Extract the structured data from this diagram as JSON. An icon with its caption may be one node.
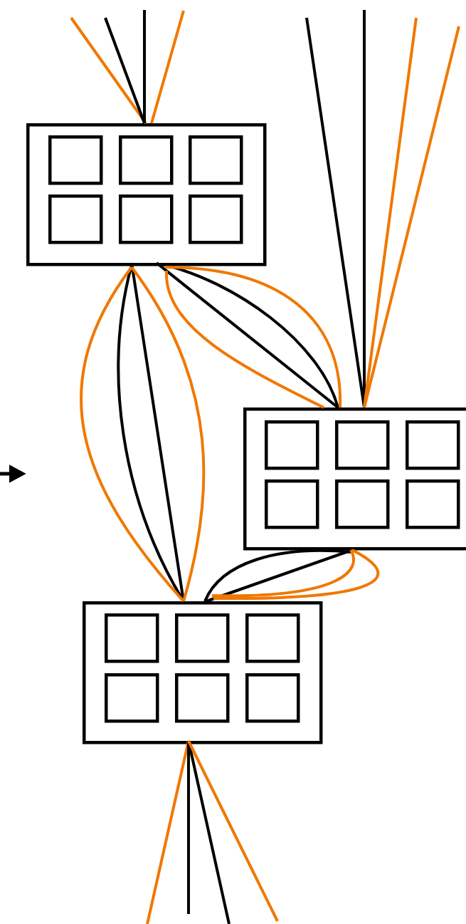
{
  "diagram": {
    "nodes": [
      {
        "text": [],
        "shape": "box"
      },
      {
        "text": [],
        "shape": "box",
        "in": 0
      },
      {
        "text": [],
        "shape": "box",
        "in": 0
      },
      {
        "text": [],
        "shape": "box",
        "in": 0
      },
      {
        "text": [],
        "shape": "box",
        "in": 0
      },
      {
        "text": [],
        "shape": "box",
        "in": 0
      },
      {
        "text": [],
        "shape": "box",
        "in": 0
      },
      {
        "text": [],
        "shape": "box"
      },
      {
        "text": [],
        "shape": "box",
        "in": 7
      },
      {
        "text": [],
        "shape": "box",
        "in": 7
      },
      {
        "text": [],
        "shape": "box",
        "in": 7
      },
      {
        "text": [],
        "shape": "box",
        "in": 7
      },
      {
        "text": [],
        "shape": "box",
        "in": 7
      },
      {
        "text": [],
        "shape": "box",
        "in": 7
      },
      {
        "text": [],
        "shape": "box"
      },
      {
        "text": [],
        "shape": "box",
        "in": 14
      },
      {
        "text": [],
        "shape": "box",
        "in": 14
      },
      {
        "text": [],
        "shape": "box",
        "in": 14
      },
      {
        "text": [],
        "shape": "box",
        "in": 14
      },
      {
        "text": [],
        "shape": "box",
        "in": 14
      },
      {
        "text": [],
        "shape": "box",
        "in": 14
      }
    ],
    "edges": [
      {
        "from": null,
        "to": 0,
        "arrow": "none",
        "color": "#f07800"
      },
      {
        "from": null,
        "to": 0,
        "arrow": "none",
        "color": "#000000"
      },
      {
        "from": null,
        "to": 0,
        "arrow": "none",
        "color": "#000000"
      },
      {
        "from": null,
        "to": 0,
        "arrow": "none",
        "color": "#f07800"
      },
      {
        "from": null,
        "to": 7,
        "arrow": "none",
        "color": "#000000"
      },
      {
        "from": null,
        "to": 7,
        "arrow": "none",
        "color": "#000000"
      },
      {
        "from": null,
        "to": 7,
        "arrow": "none",
        "color": "#f07800"
      },
      {
        "from": null,
        "to": 7,
        "arrow": "none",
        "color": "#f07800"
      },
      {
        "from": 0,
        "to": 7,
        "arrow": "none",
        "color": "#000000"
      },
      {
        "from": 0,
        "to": 7,
        "arrow": "none",
        "color": "#000000"
      },
      {
        "from": 0,
        "to": 7,
        "arrow": "none",
        "color": "#f07800"
      },
      {
        "from": 0,
        "to": 7,
        "arrow": "none",
        "color": "#f07800"
      },
      {
        "from": 0,
        "to": 14,
        "arrow": "none",
        "color": "#000000"
      },
      {
        "from": 0,
        "to": 14,
        "arrow": "none",
        "color": "#000000"
      },
      {
        "from": 0,
        "to": 14,
        "arrow": "none",
        "color": "#f07800"
      },
      {
        "from": 0,
        "to": 14,
        "arrow": "none",
        "color": "#f07800"
      },
      {
        "from": 7,
        "to": 14,
        "arrow": "none",
        "color": "#000000"
      },
      {
        "from": 7,
        "to": 14,
        "arrow": "none",
        "color": "#000000"
      },
      {
        "from": 7,
        "to": 14,
        "arrow": "none",
        "color": "#f07800"
      },
      {
        "from": 7,
        "to": 14,
        "arrow": "none",
        "color": "#f07800"
      },
      {
        "from": 14,
        "to": null,
        "arrow": "none",
        "color": "#f07800"
      },
      {
        "from": 14,
        "to": null,
        "arrow": "none",
        "color": "#000000"
      },
      {
        "from": 14,
        "to": null,
        "arrow": "none",
        "color": "#000000"
      },
      {
        "from": 14,
        "to": null,
        "arrow": "none",
        "color": "#f07800"
      }
    ]
  }
}
